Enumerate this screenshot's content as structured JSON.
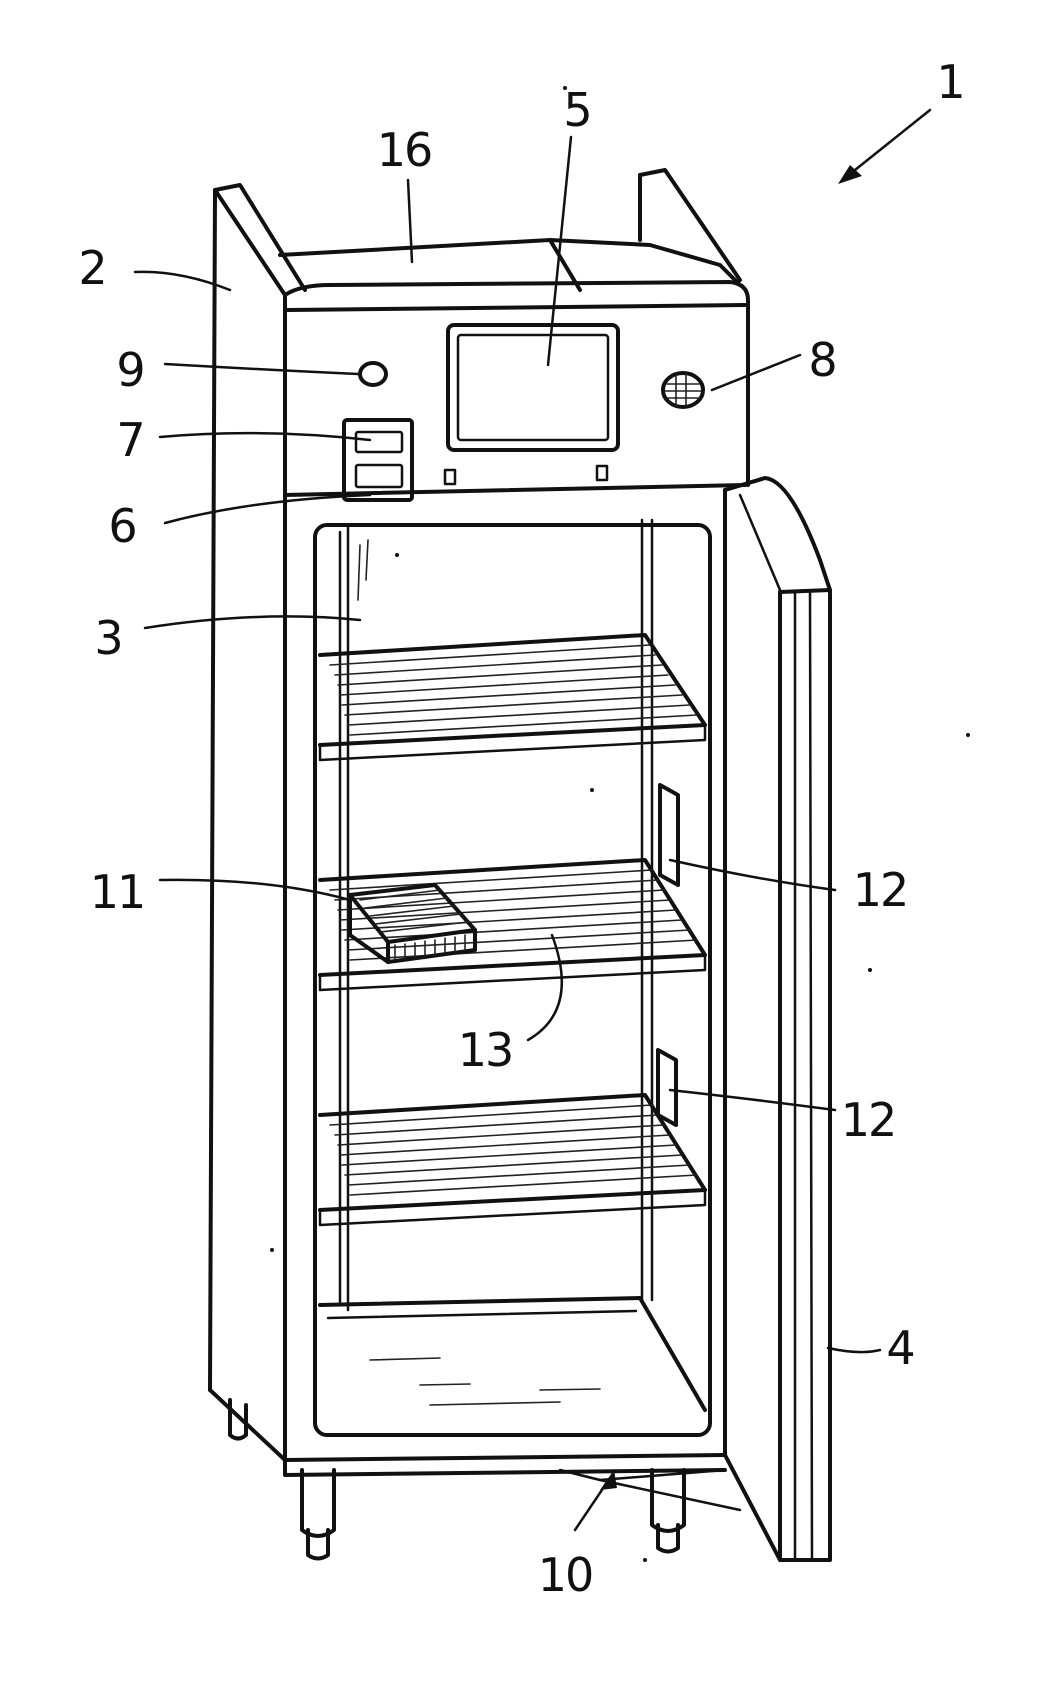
{
  "references": {
    "r1": "1",
    "r2": "2",
    "r3": "3",
    "r4": "4",
    "r5": "5",
    "r6": "6",
    "r7": "7",
    "r8": "8",
    "r9": "9",
    "r10": "10",
    "r11": "11",
    "r12a": "12",
    "r12b": "12",
    "r13": "13",
    "r16": "16"
  },
  "colors": {
    "ink": "#111111",
    "paper": "#ffffff"
  }
}
